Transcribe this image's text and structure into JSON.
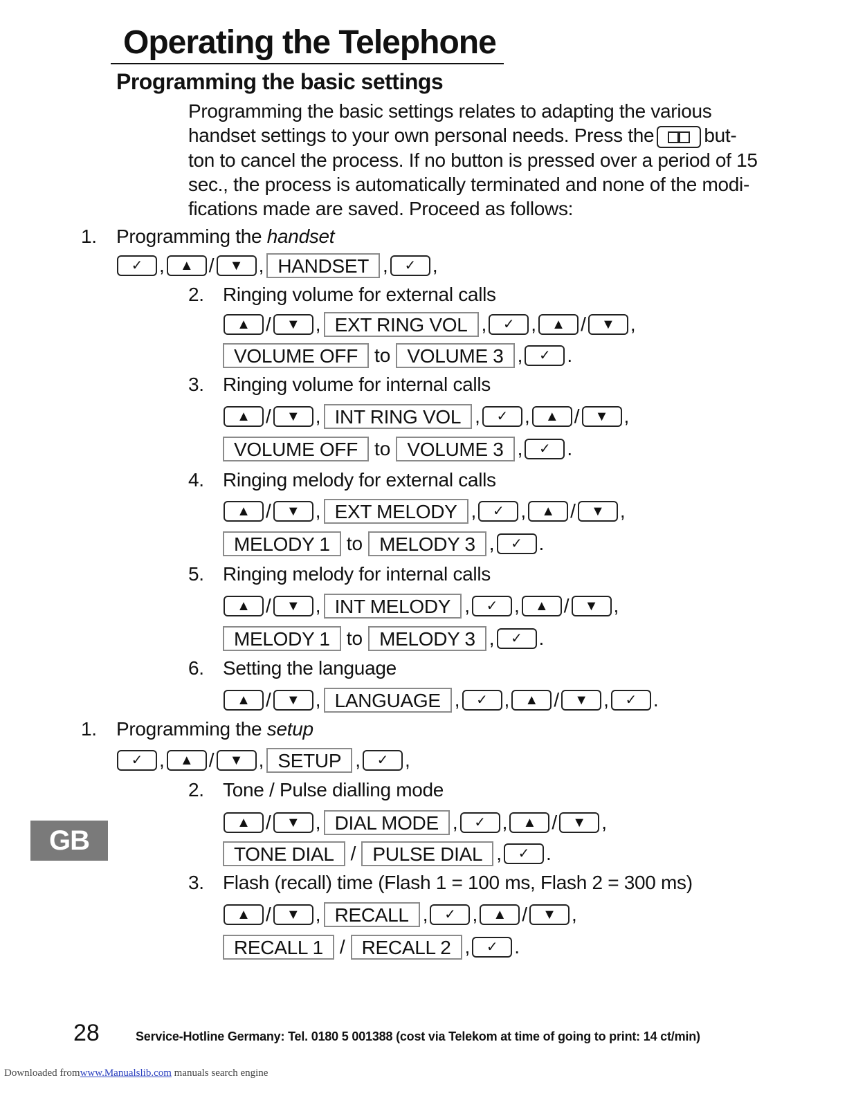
{
  "header": {
    "title": "Operating the Telephone",
    "subtitle": "Programming the basic settings"
  },
  "intro": {
    "line1": "Programming the basic settings relates to adapting the various",
    "line2a": "handset settings to your own personal needs. Press the",
    "line2b": "but-",
    "line3": "ton to cancel the process. If no button is pressed over a period of 15",
    "line4": "sec., the process is automatically terminated and none of the modi-",
    "line5": "fications made are saved. Proceed as follows:"
  },
  "symbols": {
    "check": "✓",
    "up": "▲",
    "down": "▼",
    "slash": "/",
    "comma": ",",
    "period": ".",
    "to": "to"
  },
  "sections": [
    {
      "number": "1.",
      "label_prefix": "Programming the",
      "label_italic": "handset",
      "menu": "HANDSET",
      "steps": [
        {
          "number": "2.",
          "label": "Ringing volume for external calls",
          "menu": "EXT RING VOL",
          "from": "VOLUME OFF",
          "join": "to",
          "to": "VOLUME 3"
        },
        {
          "number": "3.",
          "label": "Ringing volume for internal calls",
          "menu": "INT RING VOL",
          "from": "VOLUME OFF",
          "join": "to",
          "to": "VOLUME 3"
        },
        {
          "number": "4.",
          "label": "Ringing melody for external calls",
          "menu": "EXT MELODY",
          "from": "MELODY 1",
          "join": "to",
          "to": "MELODY 3"
        },
        {
          "number": "5.",
          "label": "Ringing melody for internal calls",
          "menu": "INT MELODY",
          "from": "MELODY 1",
          "join": "to",
          "to": "MELODY 3"
        },
        {
          "number": "6.",
          "label": "Setting the language",
          "menu": "LANGUAGE"
        }
      ]
    },
    {
      "number": "1.",
      "label_prefix": "Programming the",
      "label_italic": "setup",
      "menu": "SETUP",
      "steps": [
        {
          "number": "2.",
          "label": "Tone / Pulse dialling mode",
          "menu": "DIAL MODE",
          "from": "TONE DIAL",
          "join": "/",
          "to": "PULSE DIAL"
        },
        {
          "number": "3.",
          "label": "Flash (recall) time (Flash 1 = 100 ms, Flash 2 = 300 ms)",
          "menu": "RECALL",
          "from": "RECALL 1",
          "join": "/",
          "to": "RECALL 2"
        }
      ]
    }
  ],
  "side_tab": "GB",
  "footer": {
    "page_number": "28",
    "hotline": "Service-Hotline Germany: Tel. 0180 5 001388 (cost via Telekom at time of going to print: 14 ct/min)",
    "download_prefix": "Downloaded from",
    "download_link": "www.Manualslib.com",
    "download_suffix": " manuals search engine"
  }
}
